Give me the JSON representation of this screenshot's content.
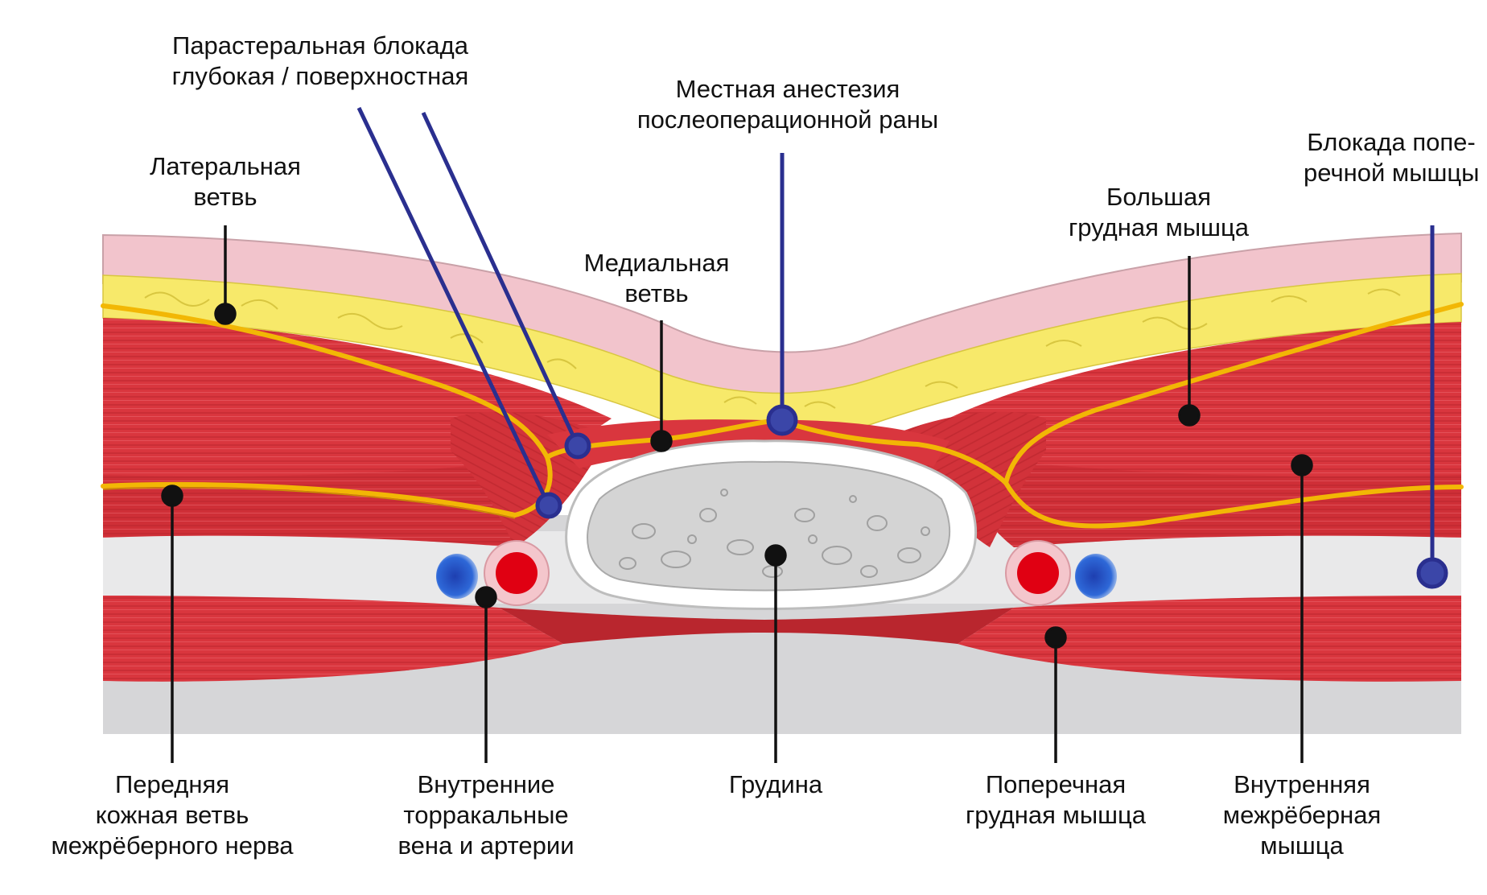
{
  "labels": {
    "parasternal": [
      "Парастеральная блокада",
      "глубокая / поверхностная"
    ],
    "local": [
      "Местная анестезия",
      "послеоперационной раны"
    ],
    "transversus_block": [
      "Блокада попе-",
      "речной мышцы"
    ],
    "lateral_branch": [
      "Латеральная",
      "ветвь"
    ],
    "medial_branch": [
      "Медиальная",
      "ветвь"
    ],
    "pectoralis_major": [
      "Большая",
      "грудная мышца"
    ],
    "anterior_cutaneous": [
      "Передняя",
      "кожная ветвь",
      "межрёберного нерва"
    ],
    "internal_thoracic": [
      "Внутренние",
      "торракальные",
      "вена и артерии"
    ],
    "sternum": [
      "Грудина"
    ],
    "transversus_thoracis": [
      "Поперечная",
      "грудная мышца"
    ],
    "internal_intercostal": [
      "Внутренняя",
      "межрёберная",
      "мышца"
    ]
  },
  "colors": {
    "skin": "#f2c4cc",
    "fat": "#f7e96a",
    "muscle": "#d9363e",
    "nerve": "#f2b705",
    "needle": "#2a2f8f",
    "artery": "#e00012",
    "vein": "#1e4fc0",
    "bone": "#d4d4d4",
    "pleura": "#d8d8d8"
  }
}
